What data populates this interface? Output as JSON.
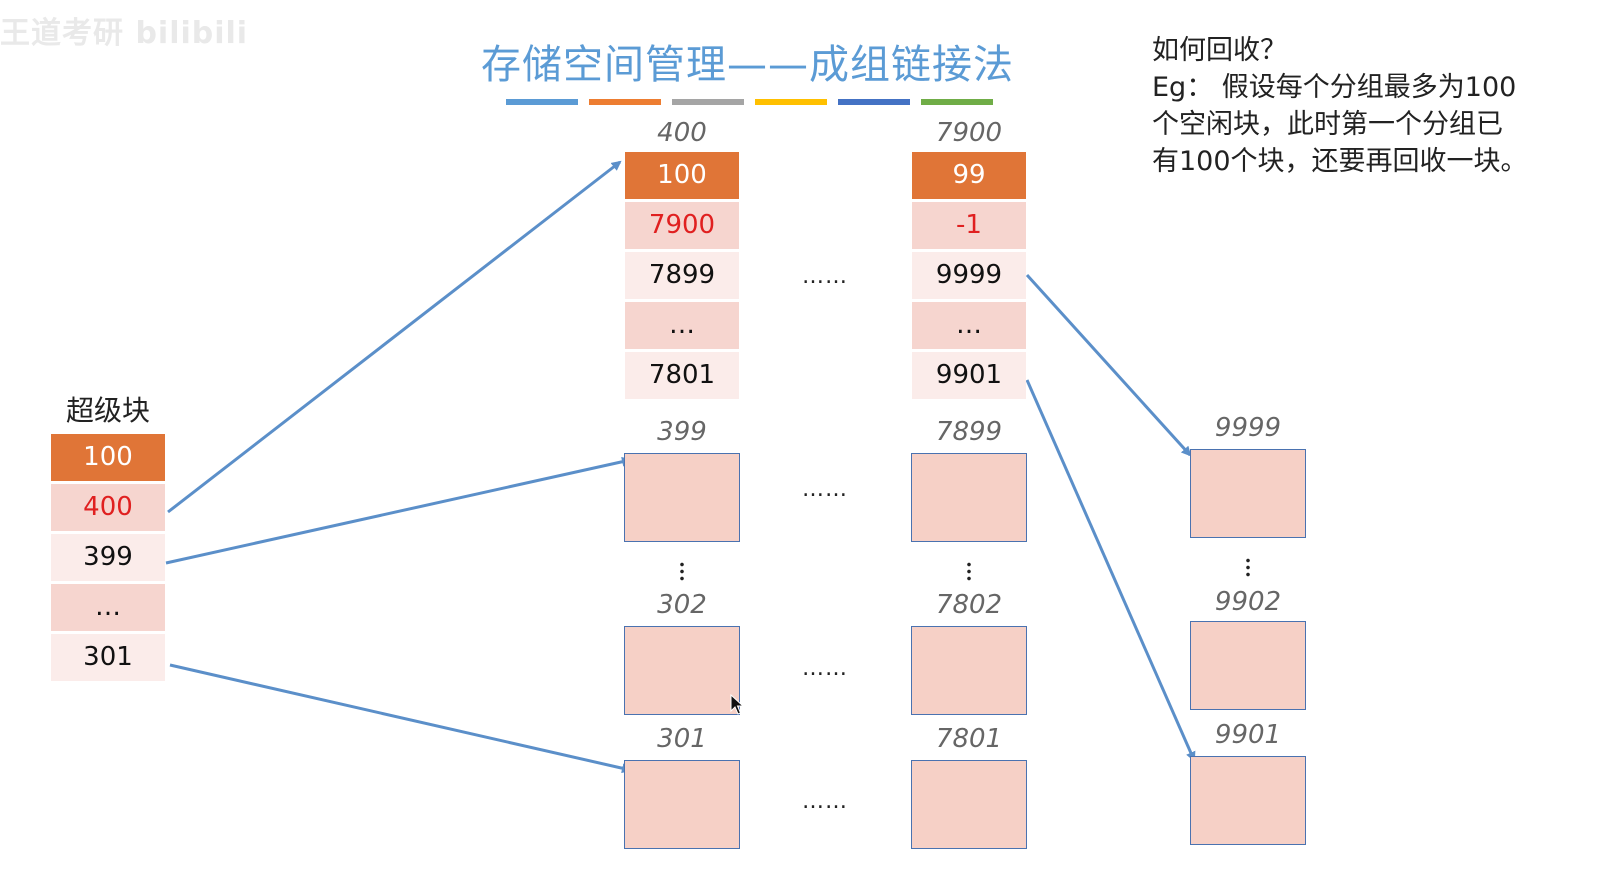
{
  "watermark": "王道考研 bilibili",
  "title": "存储空间管理——成组链接法",
  "color_bars": [
    "#5b9bd5",
    "#ed7d31",
    "#a5a5a5",
    "#ffc000",
    "#4472c4",
    "#70ad47"
  ],
  "question": {
    "line1": "如何回收？",
    "line2": "Eg： 假设每个分组最多为100",
    "line3": "个空闲块，此时第一个分组已",
    "line4": "有100个块，还要再回收一块。"
  },
  "superblock": {
    "label": "超级块",
    "cells": [
      "100",
      "400",
      "399",
      "…",
      "301"
    ]
  },
  "group1": {
    "label": "400",
    "cells": [
      "100",
      "7900",
      "7899",
      "…",
      "7801"
    ],
    "blocks": [
      "399",
      "302",
      "301"
    ]
  },
  "group2": {
    "label": "7900",
    "cells": [
      "99",
      "-1",
      "9999",
      "…",
      "9901"
    ],
    "blocks": [
      "7899",
      "7802",
      "7801"
    ]
  },
  "group3": {
    "blocks": [
      "9999",
      "9902",
      "9901"
    ]
  },
  "ellipsis": "……"
}
